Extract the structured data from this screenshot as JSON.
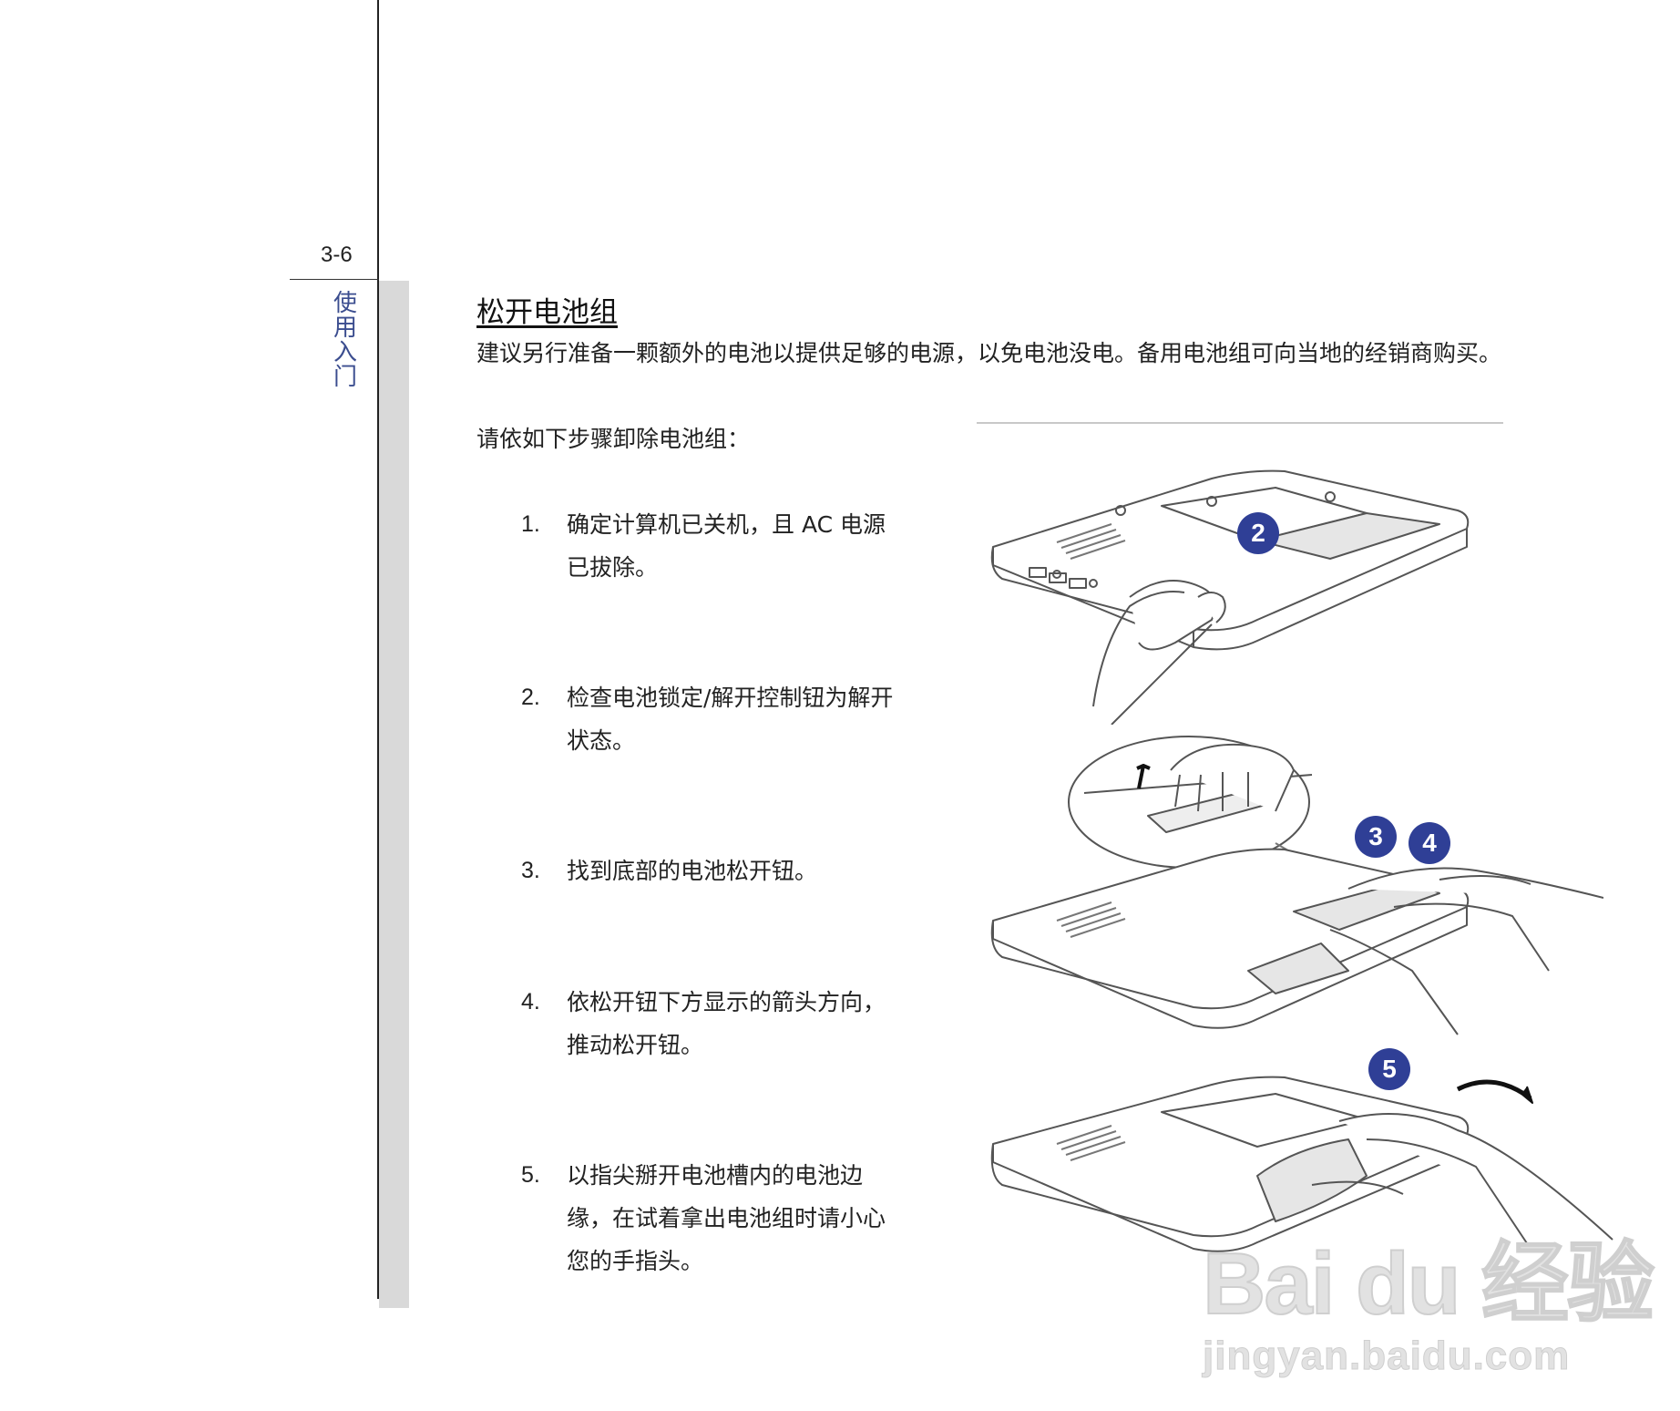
{
  "page_number": "3-6",
  "chapter_vertical": [
    "使",
    "用",
    "入",
    "门"
  ],
  "section_title": "松开电池组",
  "intro": "建议另行准备一颗额外的电池以提供足够的电源，以免电池没电。备用电池组可向当地的经销商购买。",
  "lead": "请依如下步骤卸除电池组：",
  "steps": [
    {
      "num": "1.",
      "text": "确定计算机已关机，且 AC 电源已拔除。"
    },
    {
      "num": "2.",
      "text": "检查电池锁定/解开控制钮为解开状态。"
    },
    {
      "num": "3.",
      "text": "找到底部的电池松开钮。"
    },
    {
      "num": "4.",
      "text": "依松开钮下方显示的箭头方向，推动松开钮。"
    },
    {
      "num": "5.",
      "text": "以指尖掰开电池槽内的电池边缘，在试着拿出电池组时请小心您的手指头。"
    }
  ],
  "figure_badges": [
    "2",
    "3",
    "4",
    "5"
  ],
  "watermark": {
    "brand": "Bai du 经验",
    "url": "jingyan.baidu.com"
  },
  "colors": {
    "badge": "#2f3f96",
    "side_title": "#3b4d8f",
    "strip": "#d9d9d9"
  }
}
